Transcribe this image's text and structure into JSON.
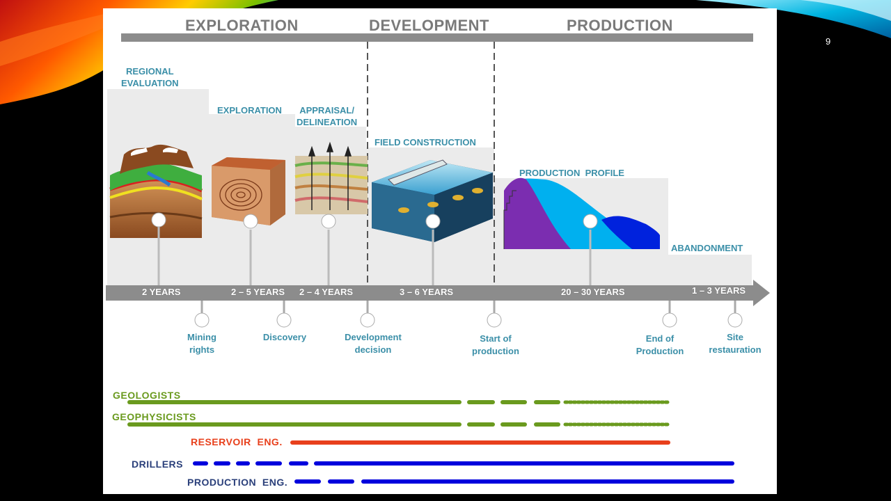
{
  "slide": {
    "number": "9"
  },
  "phases": [
    {
      "id": "exploration",
      "label": "EXPLORATION"
    },
    {
      "id": "development",
      "label": "DEVELOPMENT"
    },
    {
      "id": "production",
      "label": "PRODUCTION"
    }
  ],
  "stages": [
    {
      "id": "regional",
      "label": "REGIONAL\nEVALUATION"
    },
    {
      "id": "exploration",
      "label": "EXPLORATION"
    },
    {
      "id": "appraisal",
      "label": "APPRAISAL/\nDELINEATION"
    },
    {
      "id": "field-construction",
      "label": "FIELD CONSTRUCTION"
    },
    {
      "id": "production-profile",
      "label": "PRODUCTION  PROFILE"
    },
    {
      "id": "abandonment",
      "label": "ABANDONMENT"
    }
  ],
  "durations": [
    {
      "id": "regional",
      "label": "2 YEARS"
    },
    {
      "id": "exploration",
      "label": "2 – 5 YEARS"
    },
    {
      "id": "appraisal",
      "label": "2 – 4 YEARS"
    },
    {
      "id": "construction",
      "label": "3 – 6 YEARS"
    },
    {
      "id": "production",
      "label": "20 – 30 YEARS"
    },
    {
      "id": "abandonment",
      "label": "1 – 3 YEARS"
    }
  ],
  "milestones": [
    {
      "id": "mining-rights",
      "label": "Mining\nrights"
    },
    {
      "id": "discovery",
      "label": "Discovery"
    },
    {
      "id": "development-decision",
      "label": "Development\ndecision"
    },
    {
      "id": "start-of-production",
      "label": "Start of\nproduction"
    },
    {
      "id": "end-of-production",
      "label": "End of\nProduction"
    },
    {
      "id": "site-restauration",
      "label": "Site\nrestauration"
    }
  ],
  "roles": [
    {
      "id": "geologists",
      "label": "GEOLOGISTS",
      "color": "#6a9a1e"
    },
    {
      "id": "geophysicists",
      "label": "GEOPHYSICISTS",
      "color": "#6a9a1e"
    },
    {
      "id": "reservoir",
      "label": "RESERVOIR  ENG.",
      "color": "#e8401c"
    },
    {
      "id": "drillers",
      "label": "DRILLERS",
      "color": "#2a3f7a"
    },
    {
      "id": "production-eng",
      "label": "PRODUCTION  ENG.",
      "color": "#2a3f7a"
    }
  ],
  "colors": {
    "timeline": "#8c8c8c",
    "accent_teal": "#3b8fa8",
    "phase_gray": "#7a7a7a",
    "green_line": "#6a9a1e",
    "red_line": "#e8401c",
    "blue_line": "#0000dd"
  }
}
